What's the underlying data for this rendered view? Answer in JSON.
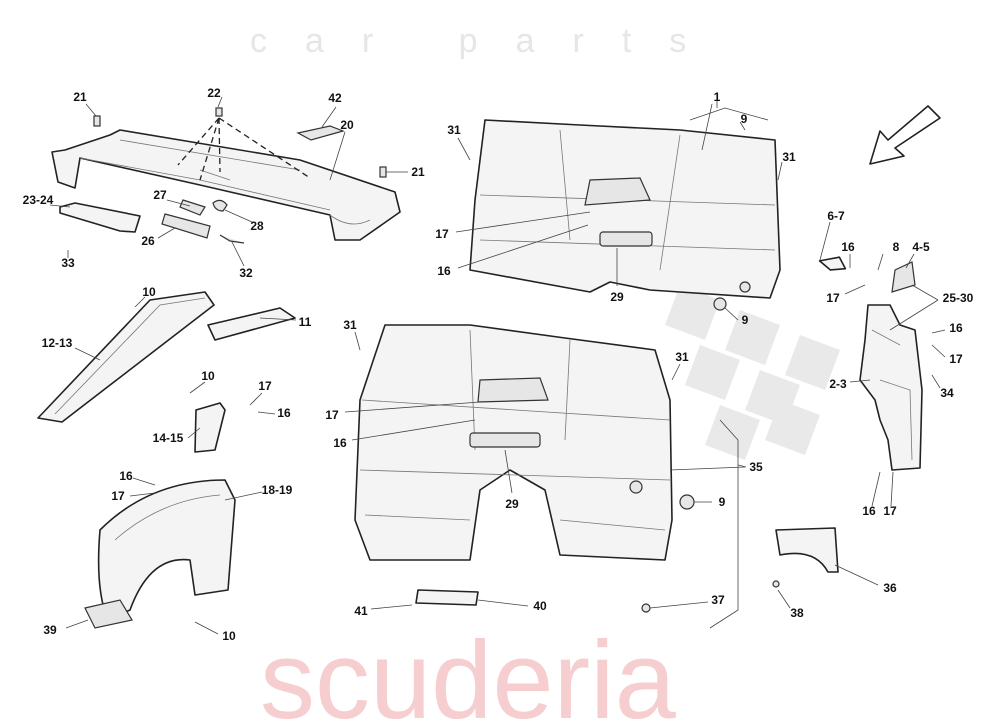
{
  "watermark": {
    "brand": "scuderia",
    "sub": "car parts",
    "color": "#f4c2c4"
  },
  "callouts": [
    "21",
    "22",
    "42",
    "20",
    "21",
    "23-24",
    "27",
    "28",
    "26",
    "32",
    "33",
    "10",
    "12-13",
    "11",
    "10",
    "17",
    "16",
    "14-15",
    "16",
    "17",
    "18-19",
    "39",
    "10",
    "31",
    "1",
    "9",
    "31",
    "17",
    "16",
    "29",
    "9",
    "31",
    "31",
    "17",
    "16",
    "29",
    "35",
    "9",
    "41",
    "40",
    "37",
    "6-7",
    "16",
    "8",
    "4-5",
    "17",
    "25-30",
    "16",
    "17",
    "2-3",
    "34",
    "16",
    "17",
    "36",
    "38"
  ],
  "icons": {
    "direction": "arrow-down-left-icon"
  }
}
